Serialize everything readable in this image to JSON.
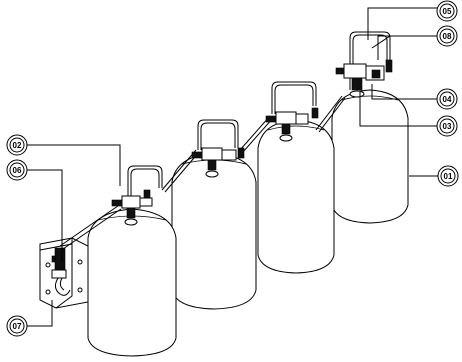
{
  "callouts": [
    {
      "id": "c01",
      "label": "01"
    },
    {
      "id": "c02",
      "label": "02"
    },
    {
      "id": "c03",
      "label": "03"
    },
    {
      "id": "c04",
      "label": "04"
    },
    {
      "id": "c05",
      "label": "05"
    },
    {
      "id": "c06",
      "label": "06"
    },
    {
      "id": "c07",
      "label": "07"
    },
    {
      "id": "c08",
      "label": "08"
    }
  ]
}
